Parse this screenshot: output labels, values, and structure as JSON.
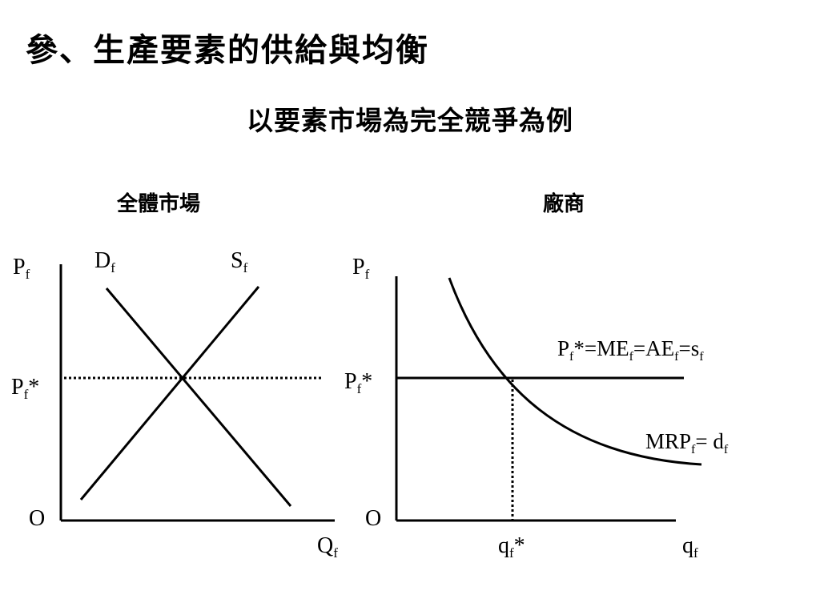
{
  "title": "參、生產要素的供給與均衡",
  "subtitle": "以要素市場為完全競爭為例",
  "left_panel": {
    "heading": "全體市場",
    "y_axis": {
      "base": "P",
      "sub": "f",
      "sup": ""
    },
    "x_axis": {
      "base": "Q",
      "sub": "f",
      "sup": ""
    },
    "origin": "O",
    "demand_label": {
      "base": "D",
      "sub": "f",
      "sup": ""
    },
    "supply_label": {
      "base": "S",
      "sub": "f",
      "sup": ""
    },
    "price_label": {
      "base": "P",
      "sub": "f",
      "sup": "*"
    }
  },
  "right_panel": {
    "heading": "廠商",
    "y_axis": {
      "base": "P",
      "sub": "f",
      "sup": ""
    },
    "x_axis": {
      "base": "q",
      "sub": "f",
      "sup": ""
    },
    "origin": "O",
    "price_label": {
      "base": "P",
      "sub": "f",
      "sup": "*"
    },
    "quantity_label": {
      "base": "q",
      "sub": "f",
      "sup": "*"
    },
    "price_line_label": {
      "p": "P",
      "p_sub": "f",
      "star": "*",
      "eq1": "=ME",
      "me_sub": "f",
      "eq2": "=AE",
      "ae_sub": "f",
      "eq3": "=s",
      "s_sub": "f"
    },
    "mrp_label": {
      "a": "MRP",
      "a_sub": "f",
      "eq": "= d",
      "d_sub": "f"
    }
  }
}
